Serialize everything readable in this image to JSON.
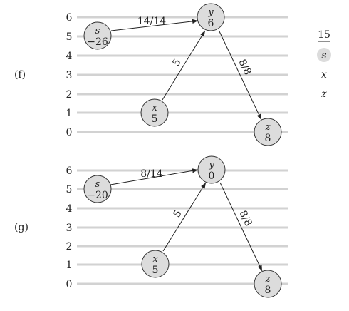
{
  "panels": [
    {
      "label": "(f)",
      "heights": [
        "6",
        "5",
        "4",
        "3",
        "2",
        "1",
        "0"
      ],
      "nodes": {
        "s": {
          "name": "s",
          "value": "−26"
        },
        "y": {
          "name": "y",
          "value": "6"
        },
        "x": {
          "name": "x",
          "value": "5"
        },
        "z": {
          "name": "z",
          "value": "8"
        }
      },
      "edges": {
        "s_y": "14/14",
        "x_y": "5",
        "y_z": "8/8"
      }
    },
    {
      "label": "(g)",
      "heights": [
        "6",
        "5",
        "4",
        "3",
        "2",
        "1",
        "0"
      ],
      "nodes": {
        "s": {
          "name": "s",
          "value": "−20"
        },
        "y": {
          "name": "y",
          "value": "0"
        },
        "x": {
          "name": "x",
          "value": "5"
        },
        "z": {
          "name": "z",
          "value": "8"
        }
      },
      "edges": {
        "s_y": "8/14",
        "x_y": "5",
        "y_z": "8/8"
      }
    }
  ],
  "side": {
    "top": "15",
    "items": [
      "s",
      "x",
      "z"
    ]
  }
}
